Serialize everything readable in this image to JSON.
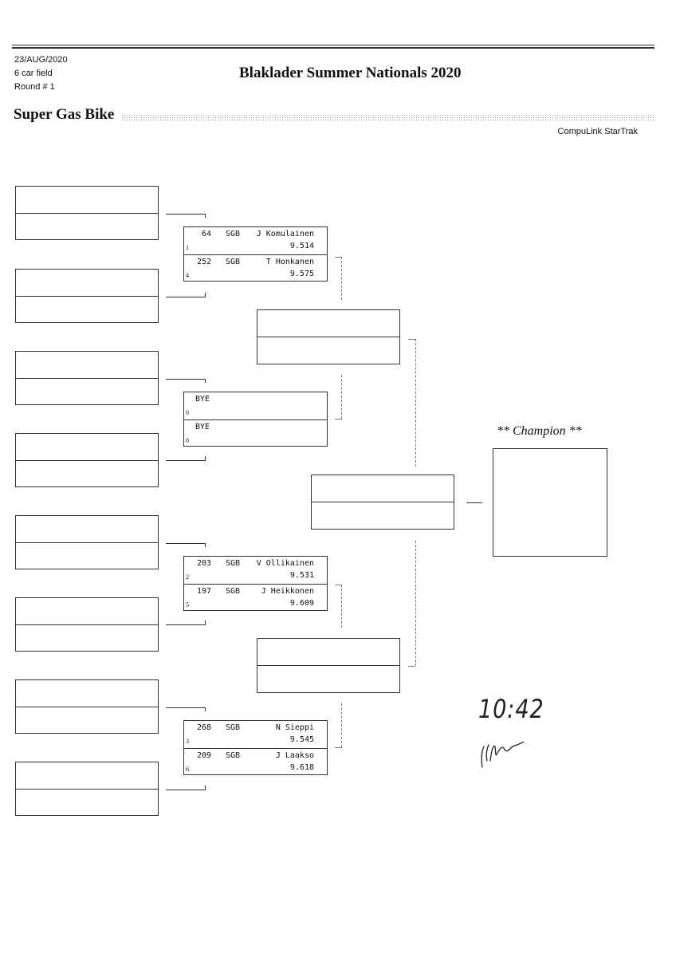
{
  "header": {
    "date": "23/AUG/2020",
    "field": "6 car field",
    "round": "Round # 1",
    "event_title": "Blaklader Summer Nationals 2020",
    "class_name": "Super Gas Bike",
    "software": "CompuLink StarTrak"
  },
  "round1_matches": [
    {
      "lanes": [
        {
          "number": "64",
          "class": "SGB",
          "name": "J Komulainen",
          "et": "9.514",
          "seed": "1"
        },
        {
          "number": "252",
          "class": "SGB",
          "name": "T Honkanen",
          "et": "9.575",
          "seed": "4"
        }
      ]
    },
    {
      "lanes": [
        {
          "number": "BYE",
          "class": "",
          "name": "",
          "et": "",
          "seed": "0"
        },
        {
          "number": "BYE",
          "class": "",
          "name": "",
          "et": "",
          "seed": "0"
        }
      ]
    },
    {
      "lanes": [
        {
          "number": "203",
          "class": "SGB",
          "name": "V Ollikainen",
          "et": "9.531",
          "seed": "2"
        },
        {
          "number": "197",
          "class": "SGB",
          "name": "J Heikkonen",
          "et": "9.609",
          "seed": "5"
        }
      ]
    },
    {
      "lanes": [
        {
          "number": "268",
          "class": "SGB",
          "name": "N Sieppi",
          "et": "9.545",
          "seed": "3"
        },
        {
          "number": "209",
          "class": "SGB",
          "name": "J Laakso",
          "et": "9.618",
          "seed": "6"
        }
      ]
    }
  ],
  "champion_label": "** Champion **",
  "handwritten_time": "10:42",
  "signature": "initials"
}
